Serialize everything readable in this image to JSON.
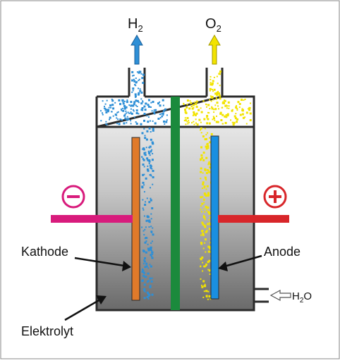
{
  "labels": {
    "h2_main": "H",
    "h2_sub": "2",
    "o2_main": "O",
    "o2_sub": "2",
    "kathode": "Kathode",
    "anode": "Anode",
    "elektrolyt": "Elektrolyt",
    "water_main": "H",
    "water_sub": "2",
    "water_tail": "O",
    "minus_symbol": "−",
    "plus_symbol": "+"
  },
  "colors": {
    "hydrogen": "#2e8fd6",
    "oxygen": "#f2e300",
    "separator": "#1b8a3c",
    "cathode": "#e07a2a",
    "anode": "#1a8fe0",
    "negative": "#d81b7c",
    "positive": "#d8262a",
    "electrolyte_top": "#e6e6e6",
    "electrolyte_bottom": "#6a6a6a",
    "outline": "#2b2b2b"
  },
  "icons": {
    "negative_terminal": "minus-circle-icon",
    "positive_terminal": "plus-circle-icon",
    "gas_out_h2": "arrow-up-icon",
    "gas_out_o2": "arrow-up-icon",
    "water_inlet": "arrow-left-icon"
  }
}
